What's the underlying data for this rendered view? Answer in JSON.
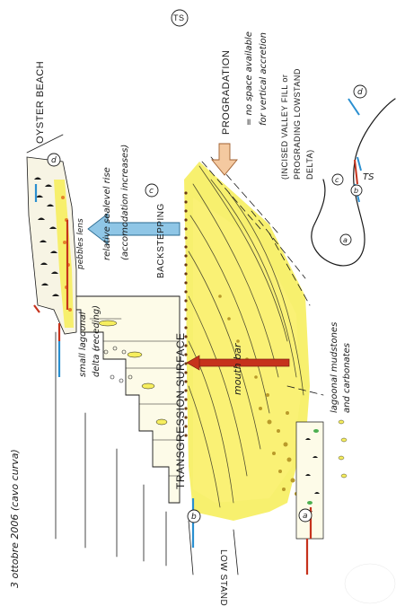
{
  "sketch": {
    "date_note": "3 ottobre 2006 (cavo curva)",
    "labels": {
      "oyster_beach": "OYSTER BEACH",
      "pebbles_lens": "pebbles lens",
      "relative_sealevel": "relative sealevel rise",
      "accommodation": "(accomodation increases)",
      "backstepping": "BACKSTEPPING",
      "transgression_surface": "TRANSGRESSION SURFACE",
      "ts_circle": "TS",
      "progradation": "PROGRADATION",
      "no_space": "= no space available",
      "vertical_accretion": "for vertical accretion",
      "incised_valley": "(INCISED VALLEY FILL or",
      "prograding_delta": "PROGRADING LOWSTAND",
      "delta": "DELTA)",
      "small_lagoonal": "small lagoonal",
      "delta_receding": "delta (receding)",
      "mouth_bar": "mouth bar",
      "lagoonal_mudstones": "lagoonal mudstones",
      "and_carbonates": "and carbonates",
      "low_stand": "LOW STAND"
    },
    "markers": {
      "a": "a",
      "b": "b",
      "c": "c",
      "d": "d"
    },
    "curve": {
      "ts_label": "TS",
      "points": [
        "a",
        "b",
        "c",
        "d"
      ]
    },
    "colors": {
      "sand_yellow": "#f6ee5e",
      "sand_yellow_light": "#f9f3a0",
      "arrow_blue": "#8fc6e6",
      "arrow_orange": "#f4c9a0",
      "red_line": "#c6321c",
      "blue_line": "#2a8fd0"
    }
  }
}
